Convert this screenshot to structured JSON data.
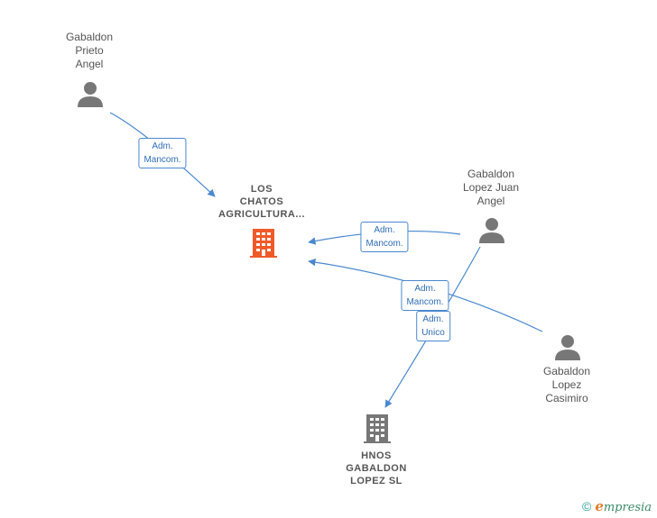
{
  "nodes": {
    "gabaldon_prieto": {
      "lines": [
        "Gabaldon",
        "Prieto",
        "Angel"
      ]
    },
    "los_chatos": {
      "lines": [
        "LOS",
        "CHATOS",
        "AGRICULTURA..."
      ]
    },
    "gabaldon_lopez_juan": {
      "lines": [
        "Gabaldon",
        "Lopez Juan",
        "Angel"
      ]
    },
    "gabaldon_lopez_casimiro": {
      "lines": [
        "Gabaldon",
        "Lopez",
        "Casimiro"
      ]
    },
    "hnos_gabaldon": {
      "lines": [
        "HNOS",
        "GABALDON",
        "LOPEZ  SL"
      ]
    }
  },
  "edges": {
    "e1": {
      "line1": "Adm.",
      "line2": "Mancom."
    },
    "e2": {
      "line1": "Adm.",
      "line2": "Mancom."
    },
    "e3": {
      "line1": "Adm.",
      "line2": "Mancom."
    },
    "e4": {
      "line1": "Adm.",
      "line2": "Unico"
    }
  },
  "colors": {
    "edge": "#4a88cf",
    "person_icon": "#777777",
    "main_company_icon": "#f05a28",
    "company_icon": "#777777"
  },
  "footer": {
    "copyright": "©",
    "brand_initial": "e",
    "brand_rest": "mpresia"
  }
}
